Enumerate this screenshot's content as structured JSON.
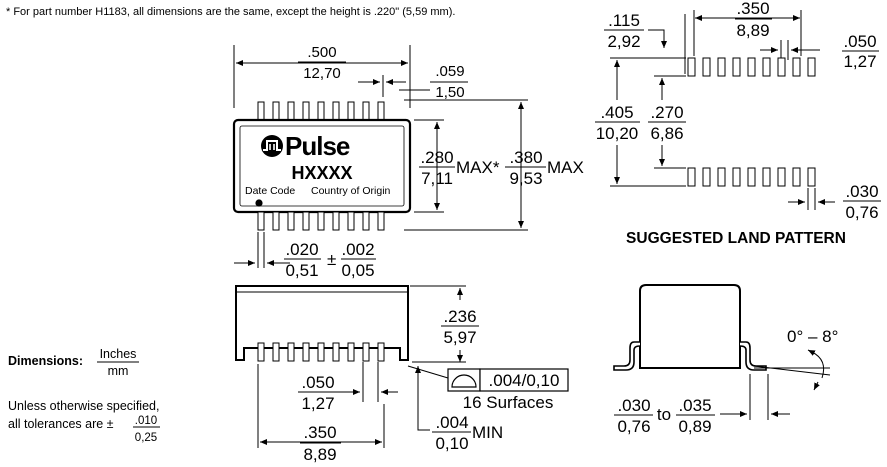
{
  "footnote": "* For part number H1183, all dimensions are the same, except the height is .220\" (5,59 mm).",
  "package_top": {
    "brand": "Pulse",
    "part": "HXXXX",
    "date_code": "Date Code",
    "country": "Country of Origin",
    "width_in": ".500",
    "width_mm": "12,70",
    "lead_w_in": ".059",
    "lead_w_mm": "1,50",
    "body_h_in": ".280",
    "body_h_mm": "7,11",
    "body_h_suffix": "MAX*",
    "total_h_in": ".380",
    "total_h_mm": "9,53",
    "total_h_suffix": "MAX",
    "pin_w_in": ".020",
    "pin_w_mm": "0,51",
    "plus_minus": "±",
    "tol_in": ".002",
    "tol_mm": "0,05"
  },
  "land_pattern": {
    "title": "SUGGESTED LAND PATTERN",
    "offset_in": ".115",
    "offset_mm": "2,92",
    "span_in": ".350",
    "span_mm": "8,89",
    "pitch_in": ".050",
    "pitch_mm": "1,27",
    "outer_in": ".405",
    "outer_mm": "10,20",
    "inner_in": ".270",
    "inner_mm": "6,86",
    "pad_w_in": ".030",
    "pad_w_mm": "0,76"
  },
  "side_view": {
    "height_in": ".236",
    "height_mm": "5,97",
    "pitch_in": ".050",
    "pitch_mm": "1,27",
    "coplanarity": ".004/0,10",
    "surfaces": "16 Surfaces",
    "standoff_in": ".004",
    "standoff_mm": "0,10",
    "standoff_suffix": "MIN",
    "span_in": ".350",
    "span_mm": "8,89"
  },
  "end_view": {
    "angle": "0° – 8°",
    "foot_min_in": ".030",
    "foot_min_mm": "0,76",
    "to": "to",
    "foot_max_in": ".035",
    "foot_max_mm": "0,89"
  },
  "legend": {
    "label": "Dimensions:",
    "unit_top": "Inches",
    "unit_bottom": "mm",
    "tol_line1": "Unless otherwise specified,",
    "tol_line2": "all tolerances are ±",
    "tol_in": ".010",
    "tol_mm": "0,25"
  }
}
